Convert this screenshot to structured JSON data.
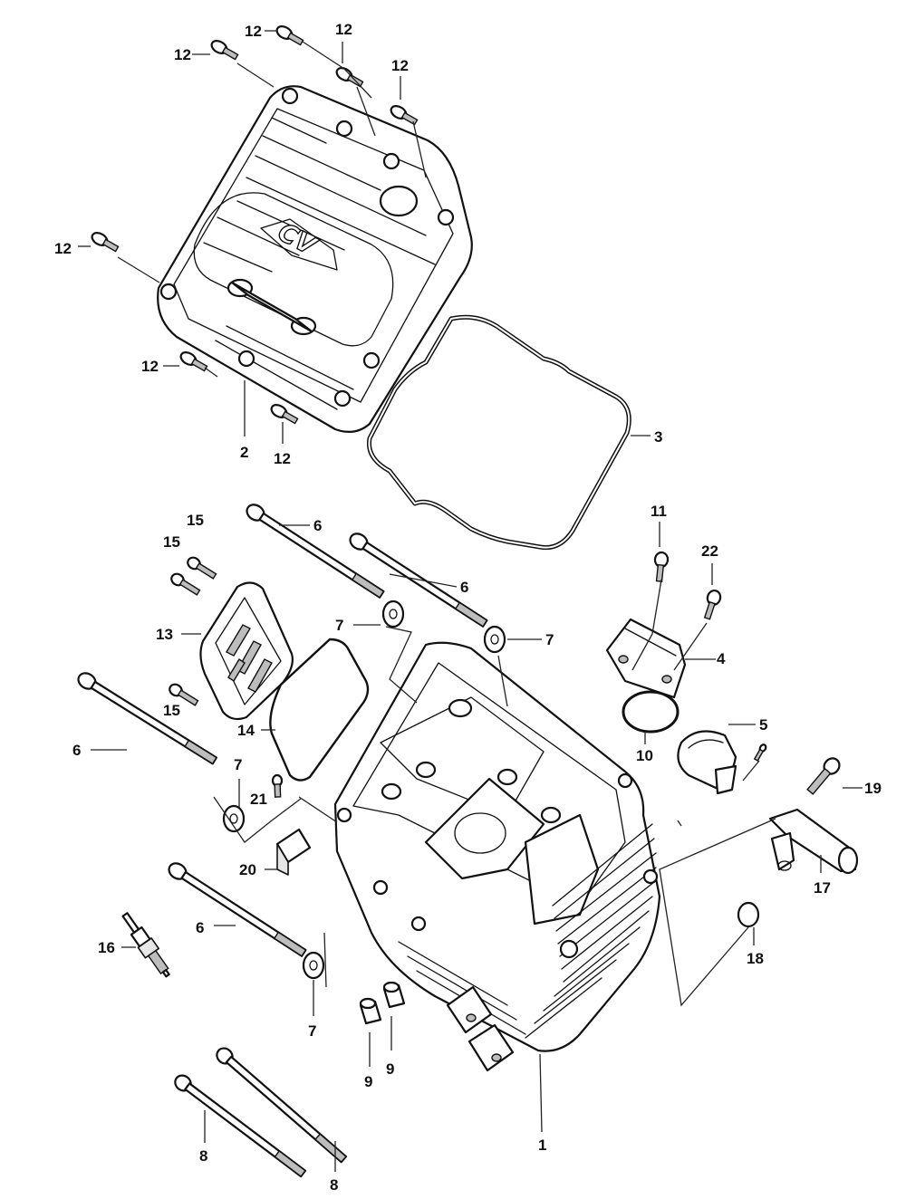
{
  "labels": {
    "c1": "1",
    "c2": "2",
    "c3": "3",
    "c4": "4",
    "c5": "5",
    "c6a": "6",
    "c6b": "6",
    "c6c": "6",
    "c6d": "6",
    "c7a": "7",
    "c7b": "7",
    "c7c": "7",
    "c7d": "7",
    "c8a": "8",
    "c8b": "8",
    "c9a": "9",
    "c9b": "9",
    "c10": "10",
    "c11": "11",
    "c12a": "12",
    "c12b": "12",
    "c12c": "12",
    "c12d": "12",
    "c12e": "12",
    "c12f": "12",
    "c12g": "12",
    "c13": "13",
    "c14": "14",
    "c15a": "15",
    "c15b": "15",
    "c15c": "15",
    "c16": "16",
    "c17": "17",
    "c18": "18",
    "c19": "19",
    "c20": "20",
    "c21": "21",
    "c22": "22"
  },
  "cover_logo": "CV"
}
